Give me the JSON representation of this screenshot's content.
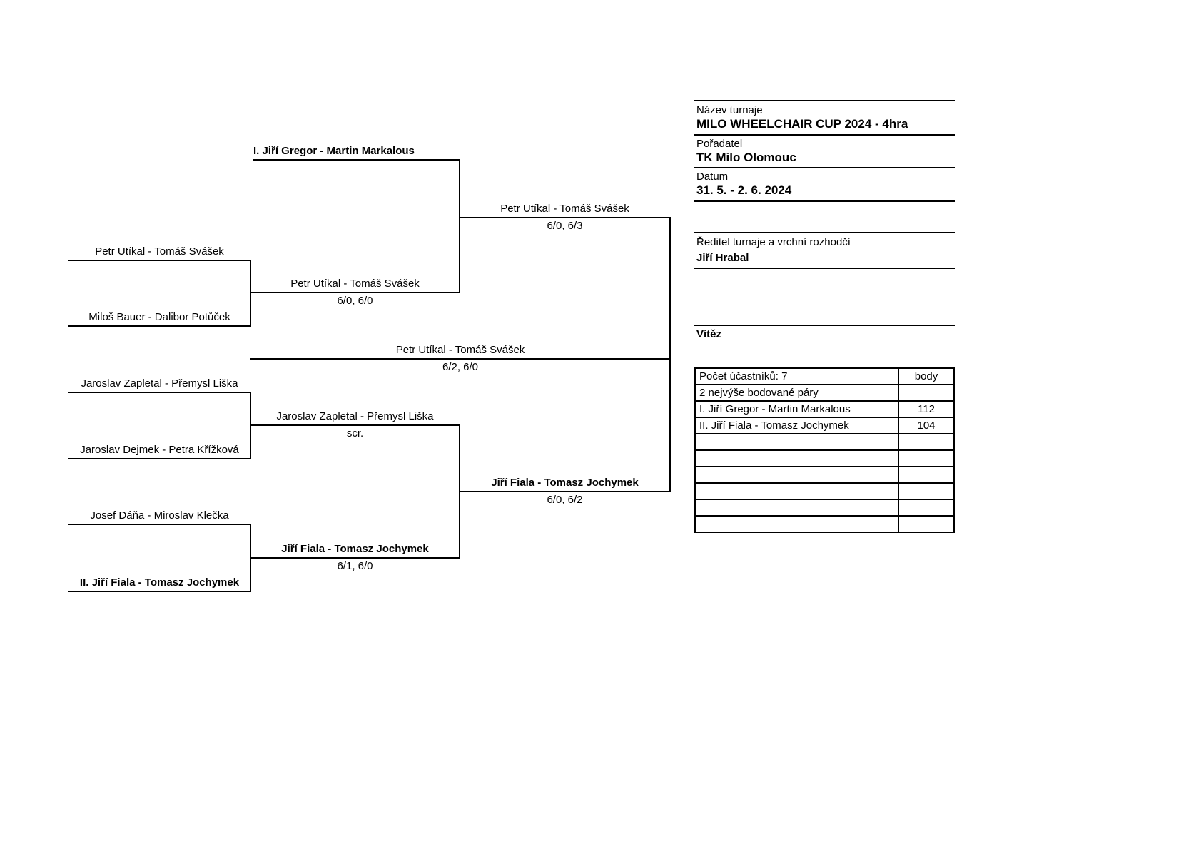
{
  "bracket": {
    "round1": [
      {
        "name": "I. Jiří Gregor - Martin Markalous",
        "seeded": true
      },
      {
        "name": "Petr Utíkal - Tomáš Svášek",
        "seeded": false
      },
      {
        "name": "Miloš Bauer - Dalibor Potůček",
        "seeded": false
      },
      {
        "name": "Jaroslav Zapletal - Přemysl Liška",
        "seeded": false
      },
      {
        "name": "Jaroslav Dejmek - Petra Křížková",
        "seeded": false
      },
      {
        "name": "Josef Dáňa - Miroslav Klečka",
        "seeded": false
      },
      {
        "name": "II. Jiří Fiala - Tomasz Jochymek",
        "seeded": true
      }
    ],
    "quarterfinal_winners": [
      {
        "name": "Petr Utíkal - Tomáš Svášek",
        "score": "6/0, 6/0",
        "seeded": false
      },
      {
        "name": "Jaroslav Zapletal - Přemysl Liška",
        "score": "scr.",
        "seeded": false
      },
      {
        "name": "Jiří Fiala - Tomasz Jochymek",
        "score": "6/1, 6/0",
        "seeded": true
      }
    ],
    "semifinal_winners": [
      {
        "name": "Petr Utíkal - Tomáš Svášek",
        "score": "6/0, 6/3",
        "seeded": false
      },
      {
        "name": "Jiří Fiala - Tomasz Jochymek",
        "score": "6/0, 6/2",
        "seeded": true
      }
    ],
    "champion": {
      "name": "Petr Utíkal - Tomáš Svášek",
      "score": "6/2, 6/0"
    }
  },
  "info": {
    "name_label": "Název turnaje",
    "name": "MILO WHEELCHAIR CUP 2024 - 4hra",
    "organizer_label": "Pořadatel",
    "organizer": "TK Milo Olomouc",
    "date_label": "Datum",
    "date": "31. 5. - 2. 6. 2024",
    "director_label": "Ředitel turnaje a vrchní rozhodčí",
    "director": "Jiří Hrabal",
    "winner_label": "Vítěz"
  },
  "points_table": {
    "rows": [
      {
        "left": "Počet účastníků: 7",
        "right": "body"
      },
      {
        "left": "2 nejvýše bodované páry",
        "right": ""
      },
      {
        "left": "I. Jiří Gregor - Martin Markalous",
        "right": "112"
      },
      {
        "left": "II. Jiří Fiala - Tomasz Jochymek",
        "right": "104"
      },
      {
        "left": "",
        "right": ""
      },
      {
        "left": "",
        "right": ""
      },
      {
        "left": "",
        "right": ""
      },
      {
        "left": "",
        "right": ""
      },
      {
        "left": "",
        "right": ""
      },
      {
        "left": "",
        "right": ""
      }
    ]
  }
}
